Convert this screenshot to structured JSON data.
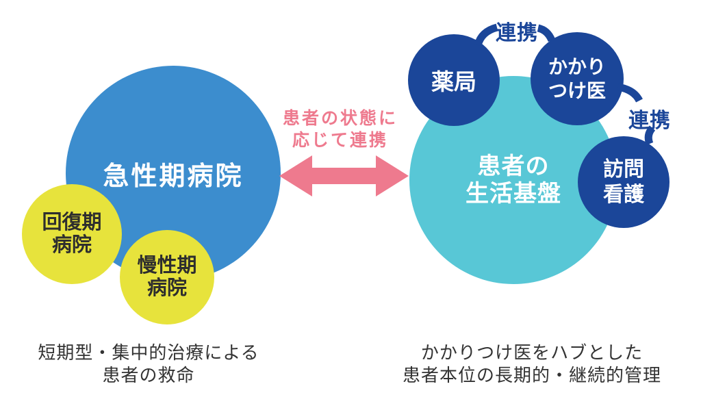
{
  "colors": {
    "left_main": "#3C8DCE",
    "left_sub": "#E7E33C",
    "right_main": "#58C7D6",
    "right_sub": "#1B4699",
    "link": "#EE7A8E",
    "caption_text": "#333333"
  },
  "left_group": {
    "main_label": "急性期病院",
    "recovery_line1": "回復期",
    "recovery_line2": "病院",
    "chronic_line1": "慢性期",
    "chronic_line2": "病院",
    "caption_line1": "短期型・集中的治療による",
    "caption_line2": "患者の救命"
  },
  "center": {
    "label_line1": "患者の状態に",
    "label_line2": "応じて連携"
  },
  "right_group": {
    "main_line1": "患者の",
    "main_line2": "生活基盤",
    "pharmacy_label": "薬局",
    "family_doctor_line1": "かかり",
    "family_doctor_line2": "つけ医",
    "visiting_nurse_line1": "訪問",
    "visiting_nurse_line2": "看護",
    "link_top_label": "連携",
    "link_right_label": "連携",
    "caption_line1": "かかりつけ医をハブとした",
    "caption_line2": "患者本位の長期的・継続的管理"
  }
}
